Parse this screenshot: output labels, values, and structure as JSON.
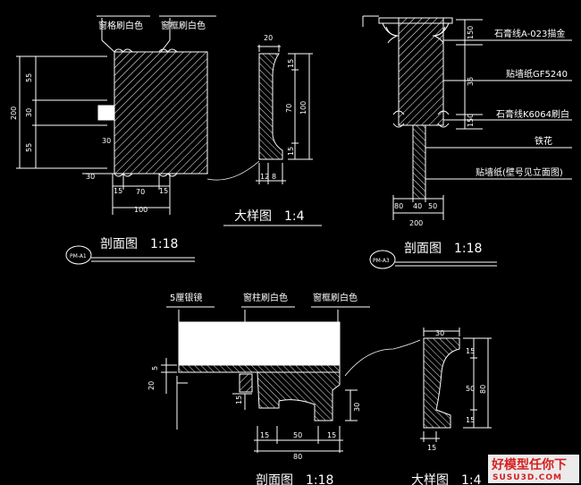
{
  "panel_a": {
    "labels": {
      "paint_window_lattice": "窗格刷白色",
      "paint_window_frame": "窗框刷白色"
    },
    "dims": {
      "d55_top": "55",
      "d30_mid": "30",
      "d55_bot": "55",
      "d200": "200",
      "d30_inner": "30",
      "d30_foot": "30",
      "d15_left": "15",
      "d70": "70",
      "d15_right": "15",
      "d100": "100"
    },
    "title": "剖面图　1:18",
    "tag": "PM-A1"
  },
  "panel_b": {
    "dims": {
      "d20": "20",
      "d15_top": "15",
      "d70": "70",
      "d100": "100",
      "d15_bot": "15",
      "d12": "12",
      "d8": "8"
    },
    "title": "大样图　1:4"
  },
  "panel_c": {
    "labels": {
      "gypsum_line_a": "石膏线A-023描金",
      "wallpaper_a": "贴墙纸GF5240",
      "gypsum_line_k": "石膏线K6064刷白",
      "iron_flower": "铁花",
      "wallpaper_b": "贴墙纸(壁号见立面图)"
    },
    "dims": {
      "d150_top": "150",
      "d35": "35",
      "d150_bot": "150",
      "d80": "80",
      "d40": "40",
      "d50": "50",
      "d200": "200"
    },
    "title": "剖面图　1:18",
    "tag": "PM-A3"
  },
  "panel_d": {
    "labels": {
      "silver_mirror": "5厘银镜",
      "paint_column": "窗柱刷白色",
      "paint_frame": "窗框刷白色"
    },
    "dims": {
      "d5": "5",
      "d20": "20",
      "d15": "15",
      "d30": "30",
      "d15_bot_l": "15",
      "d50": "50",
      "d15_bot_r": "15",
      "d80": "80"
    },
    "title": "剖面图　1:18"
  },
  "panel_e": {
    "dims": {
      "d30": "30",
      "d15_top": "15",
      "d50": "50",
      "d80": "80",
      "d15_bot": "15",
      "d15_base": "15"
    },
    "title": "大样图　1:4"
  },
  "watermark": {
    "line1": "好模型任你下",
    "line2": "SUSU3D.COM"
  }
}
